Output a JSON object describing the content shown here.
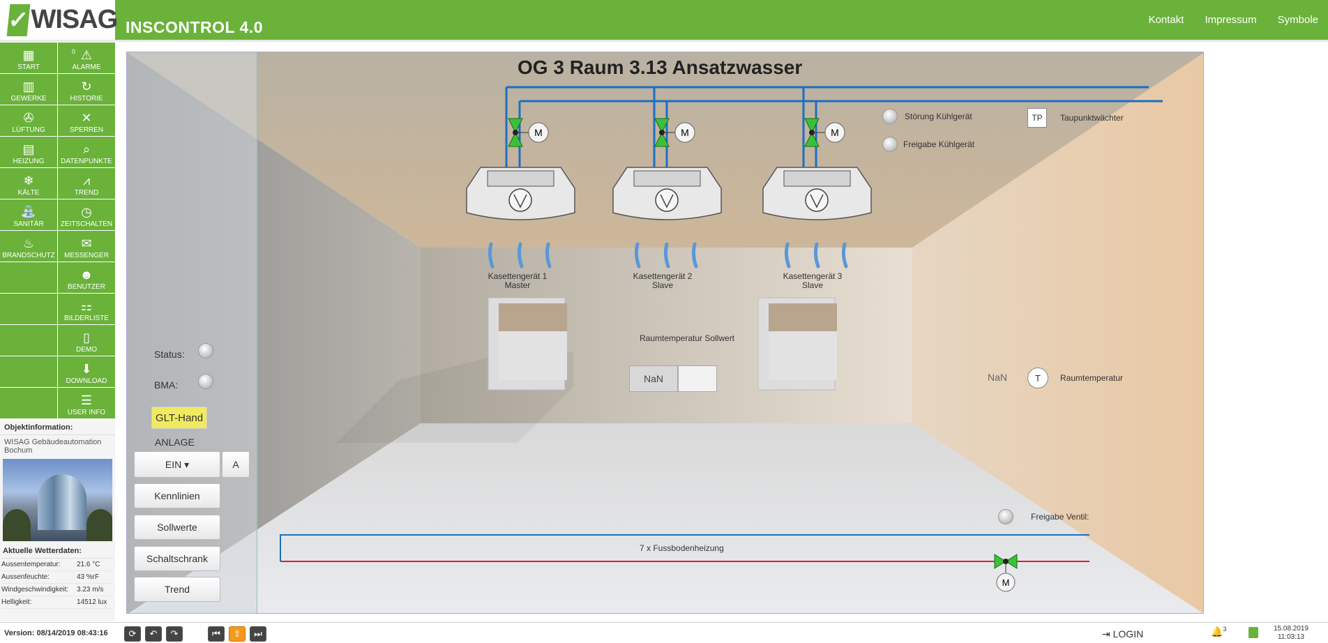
{
  "header": {
    "logo_text": "WISAG",
    "app_title": "INSCONTROL 4.0",
    "nav": [
      "Kontakt",
      "Impressum",
      "Symbole"
    ]
  },
  "sidebar": [
    {
      "label": "START",
      "icon": "grid-icon"
    },
    {
      "label": "ALARME",
      "icon": "alarm-icon",
      "badge": "0"
    },
    {
      "label": "GEWERKE",
      "icon": "building-icon"
    },
    {
      "label": "HISTORIE",
      "icon": "history-icon"
    },
    {
      "label": "LÜFTUNG",
      "icon": "fan-icon"
    },
    {
      "label": "SPERREN",
      "icon": "bell-off-icon"
    },
    {
      "label": "HEIZUNG",
      "icon": "radiator-icon"
    },
    {
      "label": "DATENPUNKTE",
      "icon": "magnifier-icon"
    },
    {
      "label": "KÄLTE",
      "icon": "snowflake-icon"
    },
    {
      "label": "TREND",
      "icon": "chart-icon"
    },
    {
      "label": "SANITÄR",
      "icon": "faucet-icon"
    },
    {
      "label": "ZEITSCHALTEN",
      "icon": "clock-icon"
    },
    {
      "label": "BRANDSCHUTZ",
      "icon": "fire-icon"
    },
    {
      "label": "MESSENGER",
      "icon": "chat-icon"
    },
    {
      "label": "",
      "icon": ""
    },
    {
      "label": "BENUTZER",
      "icon": "users-icon"
    },
    {
      "label": "",
      "icon": ""
    },
    {
      "label": "BILDERLISTE",
      "icon": "sitemap-icon"
    },
    {
      "label": "",
      "icon": ""
    },
    {
      "label": "DEMO",
      "icon": "door-icon"
    },
    {
      "label": "",
      "icon": ""
    },
    {
      "label": "DOWNLOAD",
      "icon": "download-icon"
    },
    {
      "label": "",
      "icon": ""
    },
    {
      "label": "USER INFO",
      "icon": "userinfo-icon"
    }
  ],
  "objinfo": {
    "heading": "Objektinformation:",
    "text": "WISAG Gebäudeautomation Bochum"
  },
  "weather": {
    "heading": "Aktuelle Wetterdaten:",
    "rows": [
      {
        "k": "Aussentemperatur:",
        "v": "21.6 °C"
      },
      {
        "k": "Aussenfeuchte:",
        "v": "43 %rF"
      },
      {
        "k": "Windgeschwindigkeit:",
        "v": "3.23 m/s"
      },
      {
        "k": "Helligkeit:",
        "v": "14512 lux"
      }
    ]
  },
  "scene": {
    "title": "OG 3 Raum 3.13 Ansatzwasser",
    "units": [
      {
        "name": "Kasettengerät 1",
        "role": "Master"
      },
      {
        "name": "Kasettengerät 2",
        "role": "Slave"
      },
      {
        "name": "Kasettengerät 3",
        "role": "Slave"
      }
    ],
    "motor_label": "M",
    "stoerung": "Störung Kühlgerät",
    "freigabe": "Freigabe Kühlgerät",
    "tp_box": "TP",
    "taupunkt": "Taupunktwächter",
    "sollwert_label": "Raumtemperatur Sollwert",
    "sollwert_value": "NaN",
    "raumtemp_value": "NaN",
    "t_box": "T",
    "raumtemp_label": "Raumtemperatur",
    "freigabe_ventil": "Freigabe Ventil:",
    "fussboden": "7 x Fussbodenheizung"
  },
  "panel": {
    "status": "Status:",
    "bma": "BMA:",
    "glt": "GLT-Hand",
    "anlage": "ANLAGE",
    "ein": "EIN ▾",
    "a": "A",
    "buttons": [
      "Kennlinien",
      "Sollwerte",
      "Schaltschrank",
      "Trend"
    ]
  },
  "statusbar": {
    "version": "Version: 08/14/2019 08:43:16",
    "login": "LOGIN",
    "alarm_count": "3",
    "date": "15.08.2019",
    "time": "11:03:13"
  }
}
